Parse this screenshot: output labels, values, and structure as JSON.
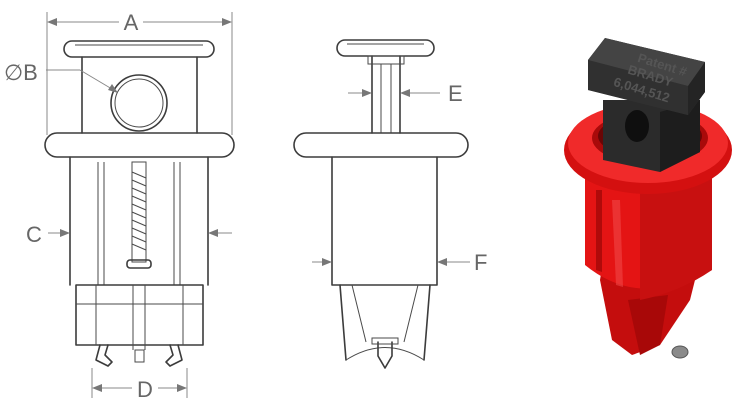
{
  "dimension_labels": {
    "a": "A",
    "b": "∅B",
    "c": "C",
    "d": "D",
    "e": "E",
    "f": "F"
  },
  "product_marking": {
    "line1": "Patent #",
    "line2": "BRADY",
    "line3": "6,044,512"
  },
  "colors": {
    "line": "#3c3c3c",
    "dimension": "#888888",
    "label": "#666666",
    "body_red": "#e41414",
    "body_red_dark": "#a80808",
    "cap_black": "#2b2b2b"
  }
}
